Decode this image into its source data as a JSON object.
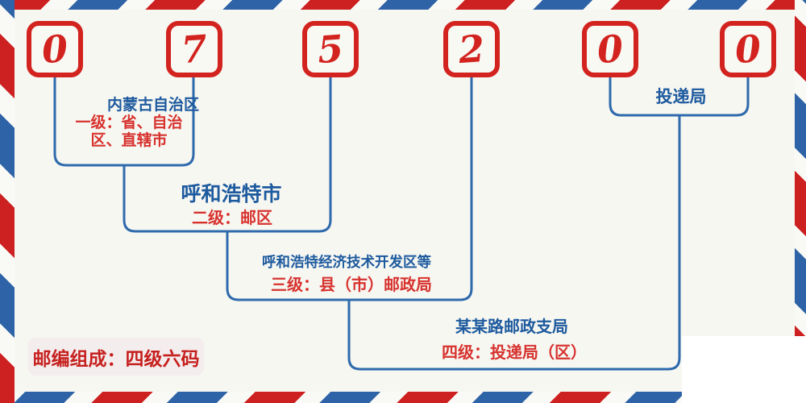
{
  "postal_code": {
    "digits": [
      "0",
      "7",
      "5",
      "2",
      "0",
      "0"
    ]
  },
  "levels": [
    {
      "name": "内蒙古自治区",
      "desc": "一级：省、自治区、直辖市"
    },
    {
      "name": "呼和浩特市",
      "desc": "二级：邮区"
    },
    {
      "name": "呼和浩特经济技术开发区等",
      "desc": "三级：县（市）邮政局"
    },
    {
      "name": "某某路邮政支局",
      "desc": "四级：投递局（区）"
    }
  ],
  "delivery_office_label": "投递局",
  "badge_text": "邮编组成：四级六码",
  "colors": {
    "digit_red": "#d2231f",
    "stripe_red": "#cd2020",
    "stripe_blue": "#2e64a7",
    "line_blue": "#2e6aac",
    "title_blue": "#1d5a9e",
    "desc_red": "#d7322e",
    "badge_bg": "#f3edee",
    "background": "#f7f7f2"
  }
}
